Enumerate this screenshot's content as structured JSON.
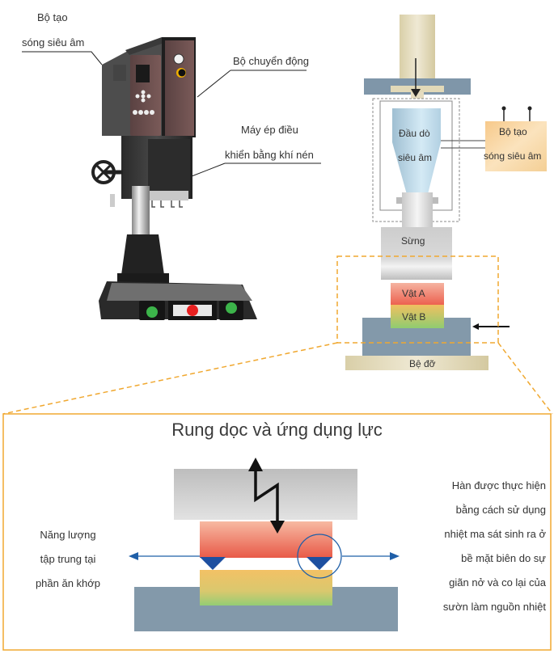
{
  "machine_labels": {
    "generator_line1": "Bộ tạo",
    "generator_line2": "sóng siêu âm",
    "converter": "Bộ chuyển động",
    "press_line1": "Máy ép điều",
    "press_line2": "khiển bằng khí nén"
  },
  "schematic": {
    "transducer_line1": "Đầu dò",
    "transducer_line2": "siêu âm",
    "generator_line1": "Bộ tạo",
    "generator_line2": "sóng siêu âm",
    "horn": "Sừng",
    "part_a": "Vật A",
    "part_b": "Vật B",
    "base": "Bệ đỡ"
  },
  "detail": {
    "title": "Rung dọc và ứng dụng lực",
    "left_text": [
      "Năng lượng",
      "tập trung tại",
      "phần ăn khớp"
    ],
    "right_text": [
      "Hàn được thực hiện",
      "bằng cách sử dụng",
      "nhiệt ma sát sinh ra ở",
      "bề mặt biên do sự",
      "giãn nở và co lại của",
      "sườn làm nguồn nhiệt"
    ]
  },
  "colors": {
    "orange_frame": "#f0a830",
    "blue_arrow": "#1f5fa8",
    "steel_blue": "#8399aa",
    "horn_gray": "#cfcfcf",
    "part_a_red": "#ee6b5a",
    "part_b_green": "#9ccc6a",
    "base_tan": "#d8d0b0",
    "generator_peach": "#f8d49a",
    "transducer_blue": "#b9d9e8"
  }
}
